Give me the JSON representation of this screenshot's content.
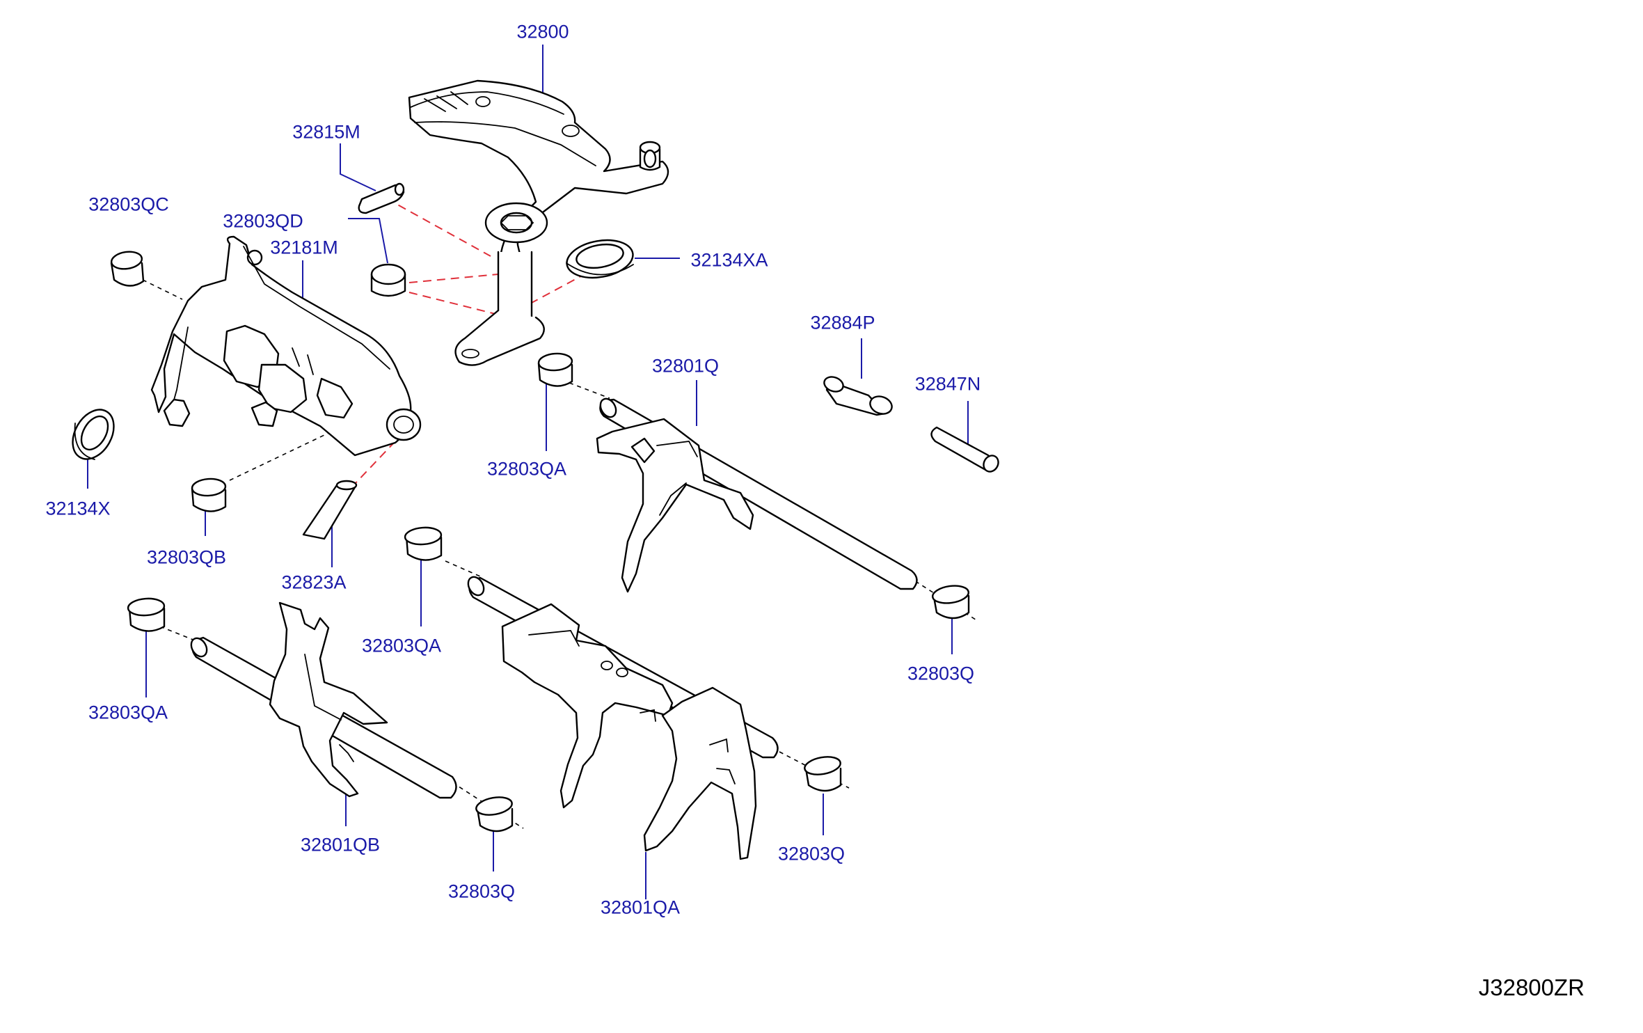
{
  "diagram_code": "J32800ZR",
  "parts": [
    {
      "id": "p32800",
      "label": "32800"
    },
    {
      "id": "p32815M",
      "label": "32815M"
    },
    {
      "id": "p32803QC",
      "label": "32803QC"
    },
    {
      "id": "p32803QD",
      "label": "32803QD"
    },
    {
      "id": "p32181M",
      "label": "32181M"
    },
    {
      "id": "p32134XA",
      "label": "32134XA"
    },
    {
      "id": "p32884P",
      "label": "32884P"
    },
    {
      "id": "p32801Q",
      "label": "32801Q"
    },
    {
      "id": "p32847N",
      "label": "32847N"
    },
    {
      "id": "p32134X",
      "label": "32134X"
    },
    {
      "id": "p32803QA_1",
      "label": "32803QA"
    },
    {
      "id": "p32803QB",
      "label": "32803QB"
    },
    {
      "id": "p32823A",
      "label": "32823A"
    },
    {
      "id": "p32803QA_2",
      "label": "32803QA"
    },
    {
      "id": "p32803Q_1",
      "label": "32803Q"
    },
    {
      "id": "p32803QA_3",
      "label": "32803QA"
    },
    {
      "id": "p32801QB",
      "label": "32801QB"
    },
    {
      "id": "p32803Q_2",
      "label": "32803Q"
    },
    {
      "id": "p32801QA",
      "label": "32801QA"
    },
    {
      "id": "p32803Q_3",
      "label": "32803Q"
    }
  ]
}
